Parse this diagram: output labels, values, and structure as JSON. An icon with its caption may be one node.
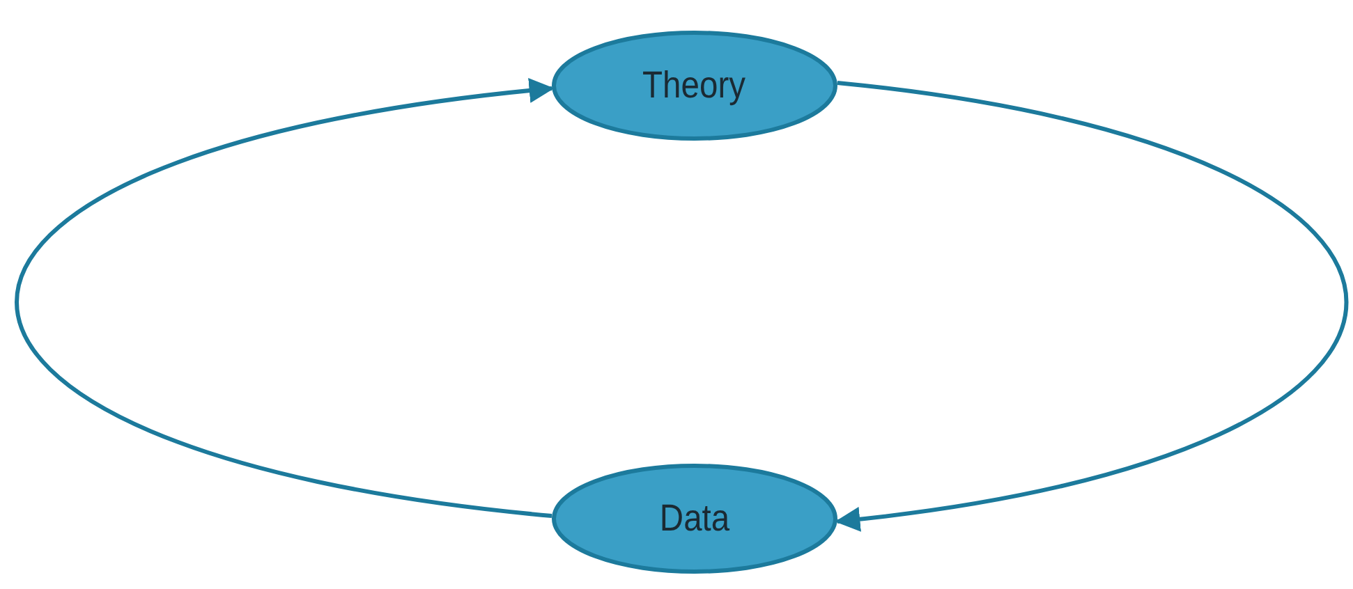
{
  "diagram": {
    "nodes": [
      {
        "text": [
          "Theory"
        ]
      },
      {
        "text": [
          "Data"
        ]
      }
    ],
    "edges": [
      {
        "from": 0,
        "to": 1,
        "arrow": "to"
      },
      {
        "from": 1,
        "to": 0,
        "arrow": "to"
      }
    ]
  }
}
